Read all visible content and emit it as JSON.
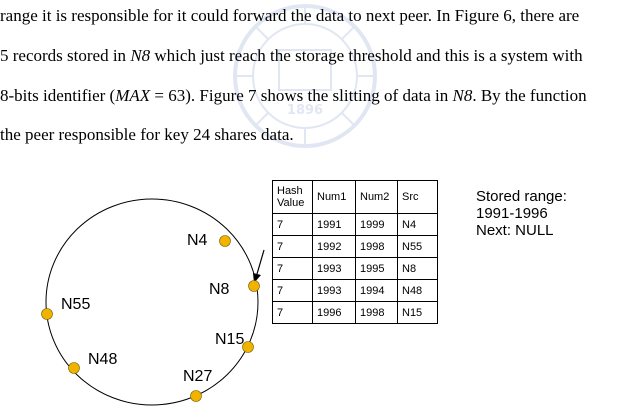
{
  "paragraph": [
    {
      "segments": [
        {
          "t": "range it is responsible for it could forward the data to next peer. In Figure 6, there are"
        }
      ]
    },
    {
      "segments": [
        {
          "t": "5 records stored in "
        },
        {
          "t": "N8",
          "i": true
        },
        {
          "t": " which just reach the storage threshold and this is a system with"
        }
      ]
    },
    {
      "segments": [
        {
          "t": "8-bits identifier ("
        },
        {
          "t": "MAX",
          "i": true
        },
        {
          "t": " = 63). Figure 7 shows the slitting of data in "
        },
        {
          "t": "N8",
          "i": true
        },
        {
          "t": ". By the function"
        }
      ]
    },
    {
      "segments": [
        {
          "t": "the peer responsible for key 24 shares data."
        }
      ]
    }
  ],
  "watermark": {
    "text": "1896"
  },
  "ring": {
    "nodes": [
      "N4",
      "N8",
      "N15",
      "N27",
      "N48",
      "N55"
    ],
    "node_color": "#f0b400"
  },
  "table": {
    "headers": [
      "Hash Value",
      "Num1",
      "Num2",
      "Src"
    ],
    "rows": [
      [
        "7",
        "1991",
        "1999",
        "N4"
      ],
      [
        "7",
        "1992",
        "1998",
        "N55"
      ],
      [
        "7",
        "1993",
        "1995",
        "N8"
      ],
      [
        "7",
        "1993",
        "1994",
        "N48"
      ],
      [
        "7",
        "1996",
        "1998",
        "N15"
      ]
    ]
  },
  "info": {
    "lines": [
      "Stored range:",
      "1991-1996",
      "Next: NULL"
    ]
  }
}
